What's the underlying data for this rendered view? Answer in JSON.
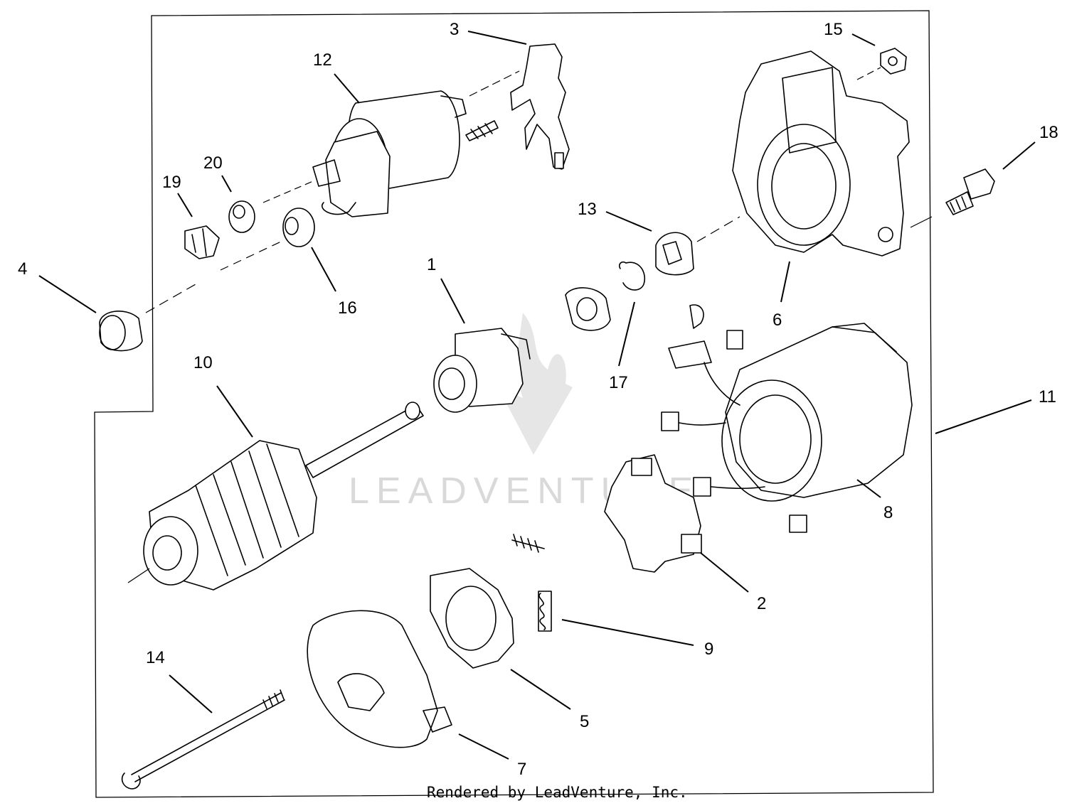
{
  "diagram": {
    "callouts": [
      {
        "label": "1"
      },
      {
        "label": "2"
      },
      {
        "label": "3"
      },
      {
        "label": "4"
      },
      {
        "label": "5"
      },
      {
        "label": "6"
      },
      {
        "label": "7"
      },
      {
        "label": "8"
      },
      {
        "label": "9"
      },
      {
        "label": "10"
      },
      {
        "label": "11"
      },
      {
        "label": "12"
      },
      {
        "label": "13"
      },
      {
        "label": "14"
      },
      {
        "label": "15"
      },
      {
        "label": "16"
      },
      {
        "label": "17"
      },
      {
        "label": "18"
      },
      {
        "label": "19"
      },
      {
        "label": "20"
      }
    ],
    "watermark": "LEADVENTURE",
    "footer": "Rendered by LeadVenture, Inc."
  }
}
